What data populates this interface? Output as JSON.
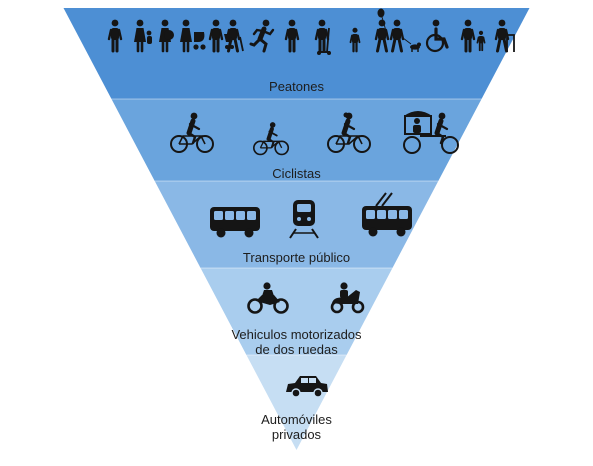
{
  "colors": {
    "tier_1": "#4d8fd4",
    "tier_2": "#6aa4dd",
    "tier_3": "#8ab8e6",
    "tier_4": "#a9cdee",
    "tier_5": "#c6def3",
    "icon": "#151515",
    "text": "#1d1d1d"
  },
  "tiers": [
    {
      "label_lines": [
        "Peatones"
      ],
      "icons": [
        "pedestrian-icon",
        "woman-with-child-icon",
        "pregnant-woman-icon",
        "person-with-stroller-icon",
        "person-with-shopping-cart-icon",
        "elderly-person-with-cane-icon",
        "runner-icon",
        "standing-person-icon",
        "scooter-rider-icon",
        "child-icon",
        "person-with-balloon-icon",
        "person-walking-dog-icon",
        "wheelchair-user-icon",
        "adult-with-child-icon",
        "person-with-walker-icon"
      ]
    },
    {
      "label_lines": [
        "Ciclistas"
      ],
      "icons": [
        "cyclist-icon",
        "child-cyclist-icon",
        "woman-cyclist-icon",
        "cycle-rickshaw-icon"
      ]
    },
    {
      "label_lines": [
        "Transporte público"
      ],
      "icons": [
        "bus-icon",
        "train-icon",
        "trolleybus-icon"
      ]
    },
    {
      "label_lines": [
        "Vehiculos motorizados",
        "de dos ruedas"
      ],
      "icons": [
        "motorcycle-icon",
        "motor-scooter-icon"
      ]
    },
    {
      "label_lines": [
        "Automóviles",
        "privados"
      ],
      "icons": [
        "car-icon"
      ]
    }
  ]
}
